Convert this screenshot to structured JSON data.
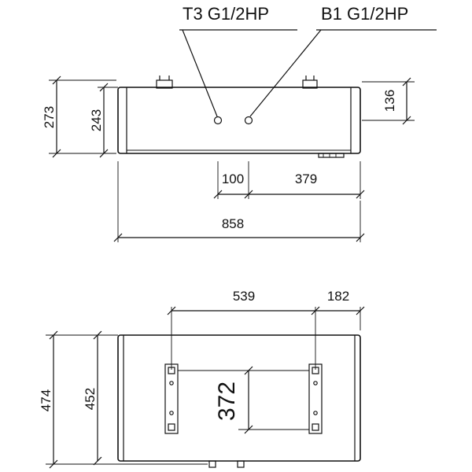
{
  "connections": {
    "t3": "T3 G1/2HP",
    "b1": "B1 G1/2HP"
  },
  "front_view": {
    "dim_273": "273",
    "dim_243": "243",
    "dim_136": "136",
    "dim_100": "100",
    "dim_379": "379",
    "dim_858": "858"
  },
  "top_view": {
    "dim_539": "539",
    "dim_182": "182",
    "dim_474": "474",
    "dim_452": "452",
    "dim_372": "372"
  }
}
